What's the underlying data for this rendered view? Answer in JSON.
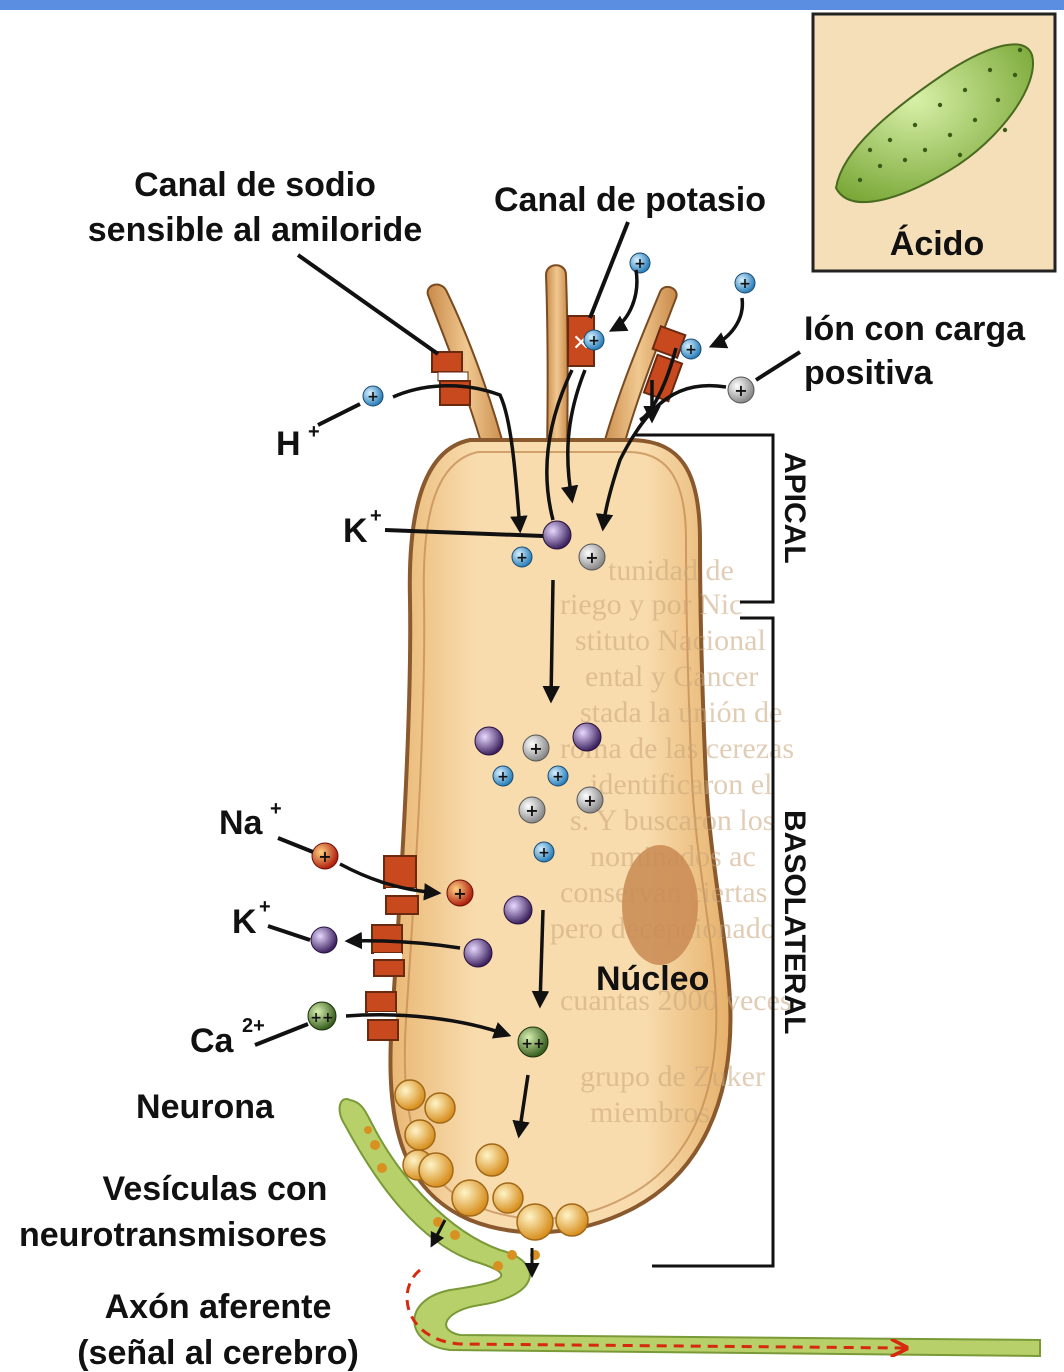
{
  "labels": {
    "sodium_channel_line1": "Canal de sodio",
    "sodium_channel_line2": "sensible al amiloride",
    "potassium_channel": "Canal de potasio",
    "acid": "Ácido",
    "positive_ion_line1": "Ión con carga",
    "positive_ion_line2": "positiva",
    "h_ion": "H",
    "h_sup": "+",
    "k_ion_top": "K",
    "k_sup_top": "+",
    "apical": "APICAL",
    "basolateral": "BASOLATERAL",
    "na_ion": "Na",
    "na_sup": "+",
    "k_ion_bottom": "K",
    "k_sup_bottom": "+",
    "ca_ion": "Ca",
    "ca_sup": "2+",
    "nucleus": "Núcleo",
    "neuron": "Neurona",
    "vesicles_line1": "Vesículas con",
    "vesicles_line2": "neurotransmisores",
    "axon_line1": "Axón aferente",
    "axon_line2": "(señal al cerebro)"
  },
  "background_text": [
    "tunidad de",
    "riego y por Nic",
    "stituto Nacional",
    "ental y Cancer",
    "stada la unión de",
    "roma de las cerezas",
    "identificaron el",
    "s. Y buscaron los",
    "nominados ac",
    "conservan ciertas",
    "pero decepcionado",
    "cuantas 2000 veces",
    "grupo de Zuker",
    "miembros"
  ],
  "colors": {
    "topbar": "#5b8de0",
    "cell_fill": "#f6d49e",
    "cell_outline": "#8a5a2e",
    "channel": "#c9491f",
    "ion_blue": "#3a8fc8",
    "ion_gray": "#b8b8b8",
    "ion_purple": "#5a3d80",
    "ion_red": "#c93a1a",
    "ion_green": "#4e7a2e",
    "vesicle": "#f0b848",
    "axon": "#b8d06a",
    "signal_arrow": "#d62a10"
  }
}
